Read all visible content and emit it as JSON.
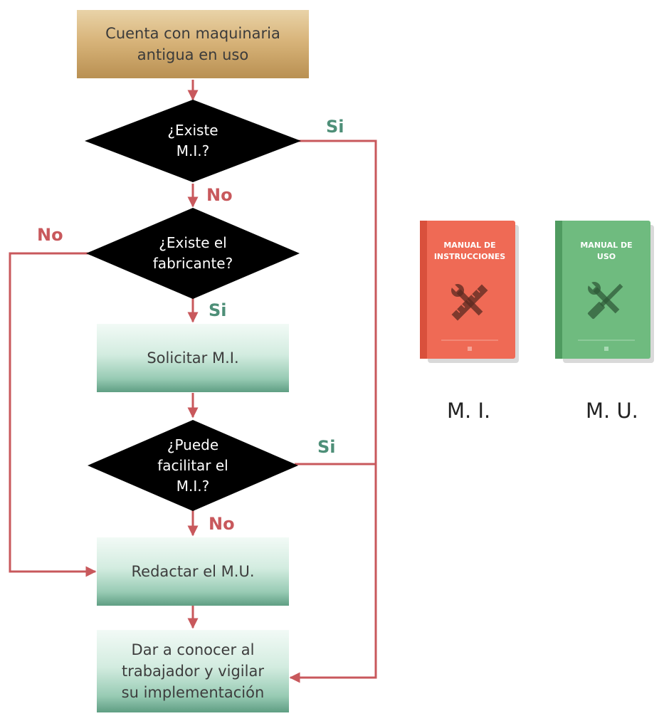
{
  "nodes": {
    "start": "Cuenta con maquinaria\nantigua en uso",
    "q_existe_mi": "¿Existe\nM.I.?",
    "q_existe_fabricante": "¿Existe el\nfabricante?",
    "solicitar": "Solicitar M.I.",
    "q_puede_facilitar": "¿Puede\nfacilitar el\nM.I.?",
    "redactar": "Redactar el M.U.",
    "dar_conocer": "Dar a conocer al\ntrabajador y vigilar\nsu implementación"
  },
  "edge_labels": {
    "mi_si": "Si",
    "mi_no": "No",
    "fab_no": "No",
    "fab_si": "Si",
    "puede_si": "Si",
    "puede_no": "No"
  },
  "books": [
    {
      "cover_title": "MANUAL DE\nINSTRUCCIONES",
      "caption": "M. I.",
      "cover_color": "#ef6a55",
      "spine_color": "#d9503c",
      "icon": "wrench-ruler-icon"
    },
    {
      "cover_title": "MANUAL DE\nUSO",
      "caption": "M. U.",
      "cover_color": "#6fbb7f",
      "spine_color": "#4f9b60",
      "icon": "wrench-screwdriver-icon"
    }
  ],
  "colors": {
    "connector": "#c8585c",
    "diamond": "#000000",
    "label_no": "#c8585c",
    "label_si": "#4e8f78"
  }
}
